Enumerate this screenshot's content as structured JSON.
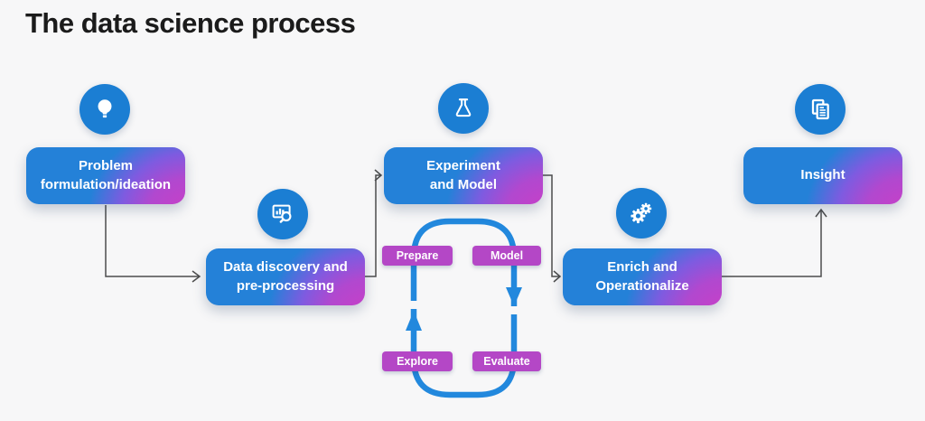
{
  "title": "The data science process",
  "stages": [
    {
      "name": "problem-formulation",
      "line1": "Problem",
      "line2": "formulation/ideation",
      "icon": "lightbulb-icon"
    },
    {
      "name": "data-discovery",
      "line1": "Data discovery and",
      "line2": "pre-processing",
      "icon": "chart-magnifier-icon"
    },
    {
      "name": "experiment-model",
      "line1": "Experiment",
      "line2": "and Model",
      "icon": "flask-icon"
    },
    {
      "name": "enrich-operationalize",
      "line1": "Enrich and",
      "line2": "Operationalize",
      "icon": "gears-icon"
    },
    {
      "name": "insight",
      "line1": "Insight",
      "line2": "",
      "icon": "documents-icon"
    }
  ],
  "cycle": {
    "steps": [
      "Prepare",
      "Model",
      "Explore",
      "Evaluate"
    ]
  },
  "colors": {
    "background": "#f7f7f8",
    "title_text": "#1b1b1b",
    "stage_blue": "#2481d8",
    "stage_magenta": "#cb3ec6",
    "icon_circle_blue": "#1b7ed3",
    "cycle_loop_blue": "#2288dd",
    "cycle_step_purple": "#b447c6",
    "connector_gray": "#4d4d4d",
    "box_text": "#ffffff"
  }
}
